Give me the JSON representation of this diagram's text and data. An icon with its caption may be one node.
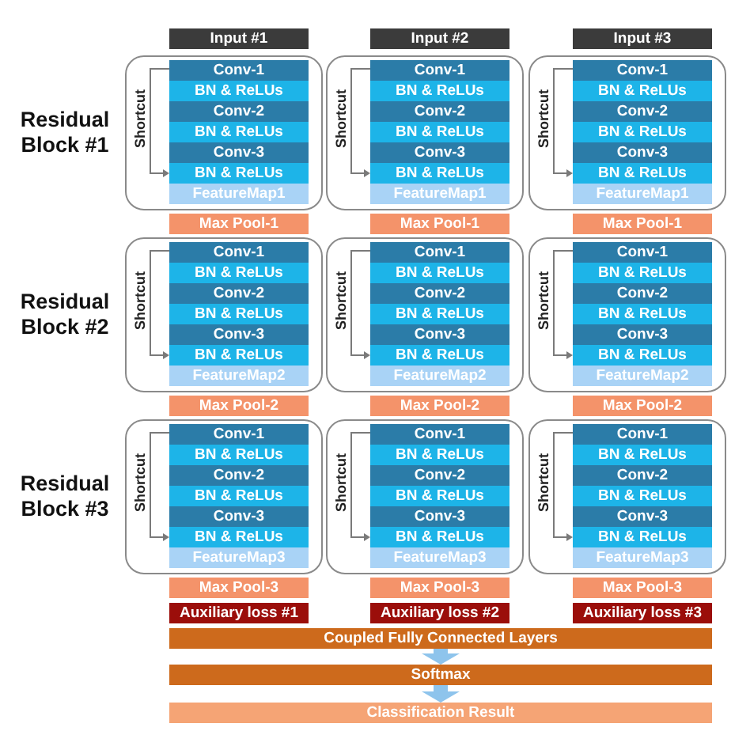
{
  "diagram": {
    "nodes": [
      {
        "text": [
          "Input #1"
        ]
      },
      {
        "text": [
          "Input #2"
        ]
      },
      {
        "text": [
          "Input #3"
        ]
      },
      {
        "text": [],
        "shape": "box"
      },
      {
        "text": [
          "Conv-1"
        ],
        "in": 3
      },
      {
        "text": [
          "BN & ReLUs"
        ],
        "in": 3
      },
      {
        "text": [
          "Conv-2"
        ],
        "in": 3
      },
      {
        "text": [
          "BN & ReLUs"
        ],
        "in": 3
      },
      {
        "text": [
          "Conv-3"
        ],
        "in": 3
      },
      {
        "text": [
          "BN & ReLUs"
        ],
        "in": 3
      },
      {
        "text": [
          "FeatureMap1"
        ],
        "in": 3
      },
      {
        "text": [],
        "shape": "box"
      },
      {
        "text": [
          "Conv-1"
        ],
        "in": 11
      },
      {
        "text": [
          "BN & ReLUs"
        ],
        "in": 11
      },
      {
        "text": [
          "Conv-2"
        ],
        "in": 11
      },
      {
        "text": [
          "BN & ReLUs"
        ],
        "in": 11
      },
      {
        "text": [
          "Conv-3"
        ],
        "in": 11
      },
      {
        "text": [
          "BN & ReLUs"
        ],
        "in": 11
      },
      {
        "text": [
          "FeatureMap1"
        ],
        "in": 11
      },
      {
        "text": [],
        "shape": "box"
      },
      {
        "text": [
          "Conv-1"
        ],
        "in": 19
      },
      {
        "text": [
          "BN & ReLUs"
        ],
        "in": 19
      },
      {
        "text": [
          "Conv-2"
        ],
        "in": 19
      },
      {
        "text": [
          "BN & ReLUs"
        ],
        "in": 19
      },
      {
        "text": [
          "Conv-3"
        ],
        "in": 19
      },
      {
        "text": [
          "BN & ReLUs"
        ],
        "in": 19
      },
      {
        "text": [
          "FeatureMap1"
        ],
        "in": 19
      },
      {
        "text": [
          "Max Pool-1"
        ]
      },
      {
        "text": [
          "Max Pool-1"
        ]
      },
      {
        "text": [
          "Max Pool-1"
        ]
      },
      {
        "text": [],
        "shape": "box"
      },
      {
        "text": [
          "Conv-1"
        ],
        "in": 30
      },
      {
        "text": [
          "BN & ReLUs"
        ],
        "in": 30
      },
      {
        "text": [
          "Conv-2"
        ],
        "in": 30
      },
      {
        "text": [
          "BN & ReLUs"
        ],
        "in": 30
      },
      {
        "text": [
          "Conv-3"
        ],
        "in": 30
      },
      {
        "text": [
          "BN & ReLUs"
        ],
        "in": 30
      },
      {
        "text": [
          "FeatureMap2"
        ],
        "in": 30
      },
      {
        "text": [],
        "shape": "box"
      },
      {
        "text": [
          "Conv-1"
        ],
        "in": 38
      },
      {
        "text": [
          "BN & ReLUs"
        ],
        "in": 38
      },
      {
        "text": [
          "Conv-2"
        ],
        "in": 38
      },
      {
        "text": [
          "BN & ReLUs"
        ],
        "in": 38
      },
      {
        "text": [
          "Conv-3"
        ],
        "in": 38
      },
      {
        "text": [
          "BN & ReLUs"
        ],
        "in": 38
      },
      {
        "text": [
          "FeatureMap2"
        ],
        "in": 38
      },
      {
        "text": [],
        "shape": "box"
      },
      {
        "text": [
          "Conv-1"
        ],
        "in": 46
      },
      {
        "text": [
          "BN & ReLUs"
        ],
        "in": 46
      },
      {
        "text": [
          "Conv-2"
        ],
        "in": 46
      },
      {
        "text": [
          "BN & ReLUs"
        ],
        "in": 46
      },
      {
        "text": [
          "Conv-3"
        ],
        "in": 46
      },
      {
        "text": [
          "BN & ReLUs"
        ],
        "in": 46
      },
      {
        "text": [
          "FeatureMap2"
        ],
        "in": 46
      },
      {
        "text": [
          "Max Pool-2"
        ]
      },
      {
        "text": [
          "Max Pool-2"
        ]
      },
      {
        "text": [
          "Max Pool-2"
        ]
      },
      {
        "text": [],
        "shape": "box"
      },
      {
        "text": [
          "Conv-1"
        ],
        "in": 57
      },
      {
        "text": [
          "BN & ReLUs"
        ],
        "in": 57
      },
      {
        "text": [
          "Conv-2"
        ],
        "in": 57
      },
      {
        "text": [
          "BN & ReLUs"
        ],
        "in": 57
      },
      {
        "text": [
          "Conv-3"
        ],
        "in": 57
      },
      {
        "text": [
          "BN & ReLUs"
        ],
        "in": 57
      },
      {
        "text": [
          "FeatureMap3"
        ],
        "in": 57
      },
      {
        "text": [],
        "shape": "box"
      },
      {
        "text": [
          "Conv-1"
        ],
        "in": 65
      },
      {
        "text": [
          "BN & ReLUs"
        ],
        "in": 65
      },
      {
        "text": [
          "Conv-2"
        ],
        "in": 65
      },
      {
        "text": [
          "BN & ReLUs"
        ],
        "in": 65
      },
      {
        "text": [
          "Conv-3"
        ],
        "in": 65
      },
      {
        "text": [
          "BN & ReLUs"
        ],
        "in": 65
      },
      {
        "text": [
          "FeatureMap3"
        ],
        "in": 65
      },
      {
        "text": [],
        "shape": "box"
      },
      {
        "text": [
          "Conv-1"
        ],
        "in": 73
      },
      {
        "text": [
          "BN & ReLUs"
        ],
        "in": 73
      },
      {
        "text": [
          "Conv-2"
        ],
        "in": 73
      },
      {
        "text": [
          "BN & ReLUs"
        ],
        "in": 73
      },
      {
        "text": [
          "Conv-3"
        ],
        "in": 73
      },
      {
        "text": [
          "BN & ReLUs"
        ],
        "in": 73
      },
      {
        "text": [
          "FeatureMap3"
        ],
        "in": 73
      },
      {
        "text": [
          "Max Pool-3"
        ]
      },
      {
        "text": [
          "Max Pool-3"
        ]
      },
      {
        "text": [
          "Max Pool-3"
        ]
      },
      {
        "text": [
          "Auxiliary loss #1"
        ]
      },
      {
        "text": [
          "Auxiliary loss #2"
        ]
      },
      {
        "text": [
          "Auxiliary loss #3"
        ]
      },
      {
        "text": [
          "Coupled Fully Connected Layers"
        ]
      },
      {
        "text": [
          "Softmax"
        ]
      },
      {
        "text": [
          "Classification Result"
        ]
      }
    ],
    "edges": [
      {
        "from": 4,
        "to": 9,
        "arrow": "to",
        "label": "Shortcut"
      },
      {
        "from": 12,
        "to": 17,
        "arrow": "to",
        "label": "Shortcut"
      },
      {
        "from": 20,
        "to": 25,
        "arrow": "to",
        "label": "Shortcut"
      },
      {
        "from": 31,
        "to": 36,
        "arrow": "to",
        "label": "Shortcut"
      },
      {
        "from": 39,
        "to": 44,
        "arrow": "to",
        "label": "Shortcut"
      },
      {
        "from": 47,
        "to": 52,
        "arrow": "to",
        "label": "Shortcut"
      },
      {
        "from": 58,
        "to": 63,
        "arrow": "to",
        "label": "Shortcut"
      },
      {
        "from": 66,
        "to": 71,
        "arrow": "to",
        "label": "Shortcut"
      },
      {
        "from": 74,
        "to": 79,
        "arrow": "to",
        "label": "Shortcut"
      },
      {
        "from": 87,
        "to": 88,
        "arrow": "to",
        "style": "thick",
        "color": "#8ec4ec"
      },
      {
        "from": 88,
        "to": 89,
        "arrow": "to",
        "style": "thick",
        "color": "#8ec4ec"
      }
    ],
    "labels": [
      "Residual Block #1",
      "Residual Block #2",
      "Residual Block #3"
    ]
  }
}
